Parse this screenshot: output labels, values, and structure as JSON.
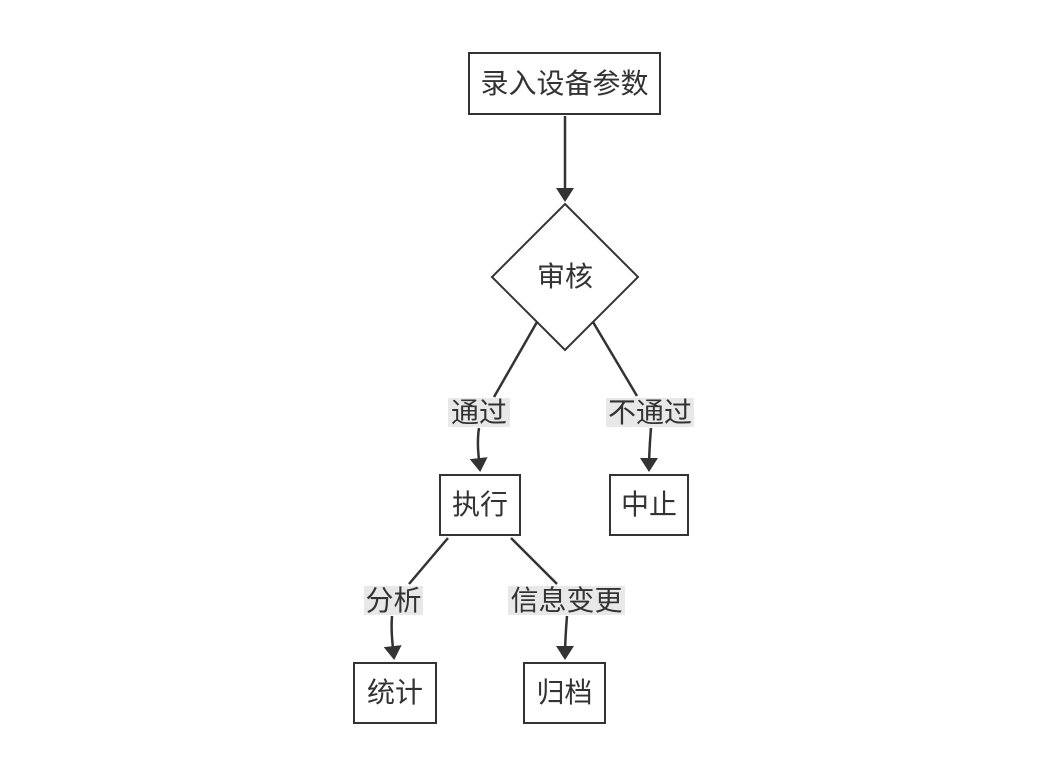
{
  "diagram": {
    "type": "flowchart",
    "direction": "top-down",
    "colors": {
      "background": "#ffffff",
      "stroke": "#333333",
      "text": "#333333",
      "node_fill": "#ffffff",
      "edge_label_bg": "#e8e8e8"
    },
    "nodes": [
      {
        "id": "input",
        "shape": "rectangle",
        "label": "录入设备参数"
      },
      {
        "id": "review",
        "shape": "diamond",
        "label": "审核"
      },
      {
        "id": "execute",
        "shape": "rectangle",
        "label": "执行"
      },
      {
        "id": "abort",
        "shape": "rectangle",
        "label": "中止"
      },
      {
        "id": "stats",
        "shape": "rectangle",
        "label": "统计"
      },
      {
        "id": "archive",
        "shape": "rectangle",
        "label": "归档"
      }
    ],
    "edges": [
      {
        "from": "input",
        "to": "review",
        "label": ""
      },
      {
        "from": "review",
        "to": "execute",
        "label": "通过"
      },
      {
        "from": "review",
        "to": "abort",
        "label": "不通过"
      },
      {
        "from": "execute",
        "to": "stats",
        "label": "分析"
      },
      {
        "from": "execute",
        "to": "archive",
        "label": "信息变更"
      }
    ]
  }
}
